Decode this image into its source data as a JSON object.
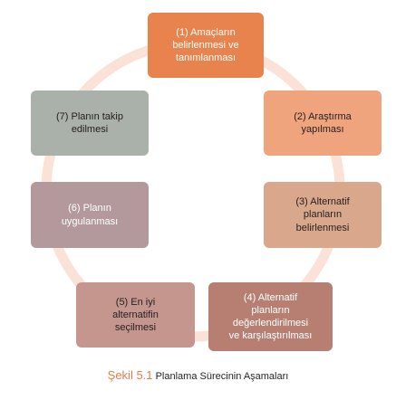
{
  "steps": [
    {
      "label": "(1) Amaçların\nbelirlenmesi ve\ntanımlanması",
      "color": "#e8834e",
      "text_color": "#ffffff"
    },
    {
      "label": "(2) Araştırma\nyapılması",
      "color": "#f0a47d",
      "text_color": "#231f20"
    },
    {
      "label": "(3) Alternatif\nplanların\nbelirlenmesi",
      "color": "#d9a78c",
      "text_color": "#231f20"
    },
    {
      "label": "(4) Alternatif\nplanların\ndeğerlendirilmesi\nve karşılaştırılması",
      "color": "#b67f72",
      "text_color": "#ffffff"
    },
    {
      "label": "(5) En iyi\nalternatifin\nseçilmesi",
      "color": "#c5968e",
      "text_color": "#231f20"
    },
    {
      "label": "(6) Planın\nuygulanması",
      "color": "#b3999b",
      "text_color": "#ffffff"
    },
    {
      "label": "(7) Planın takip\nedilmesi",
      "color": "#aab0aa",
      "text_color": "#231f20"
    }
  ],
  "ring_color": "#fbe2d6",
  "caption": {
    "figure_label": "Şekil 5.1",
    "text": "Planlama Sürecinin Aşamaları"
  }
}
